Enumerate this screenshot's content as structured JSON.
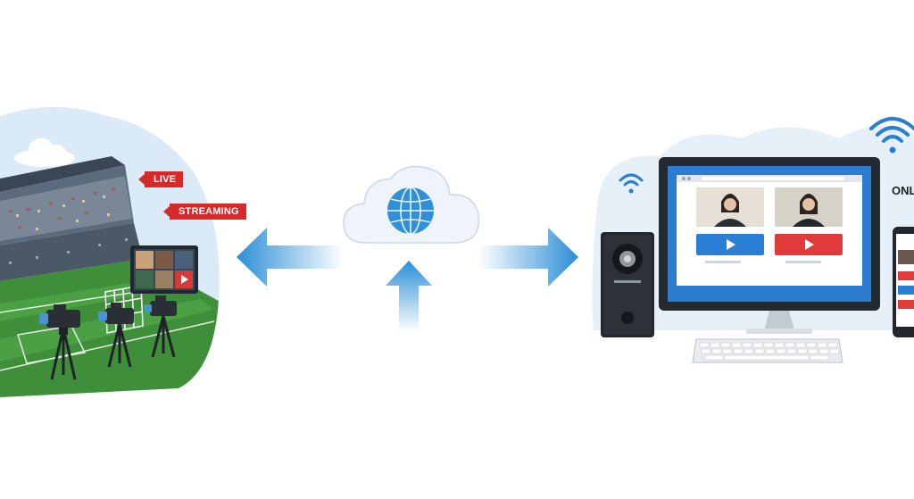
{
  "stadium": {
    "live_label": "LIVE",
    "streaming_label": "STREAMING"
  },
  "devices": {
    "online_label": "ONLI"
  },
  "colors": {
    "arrow_blue": "#2b8fd6",
    "badge_red": "#d62a2a",
    "play_blue": "#2a7fd4",
    "play_red": "#e03a3a",
    "pitch_green": "#3f8f3a",
    "sky": "#dbeaf7"
  },
  "icons": [
    "cloud-globe-icon",
    "wifi-icon",
    "play-icon",
    "camera-icon"
  ]
}
